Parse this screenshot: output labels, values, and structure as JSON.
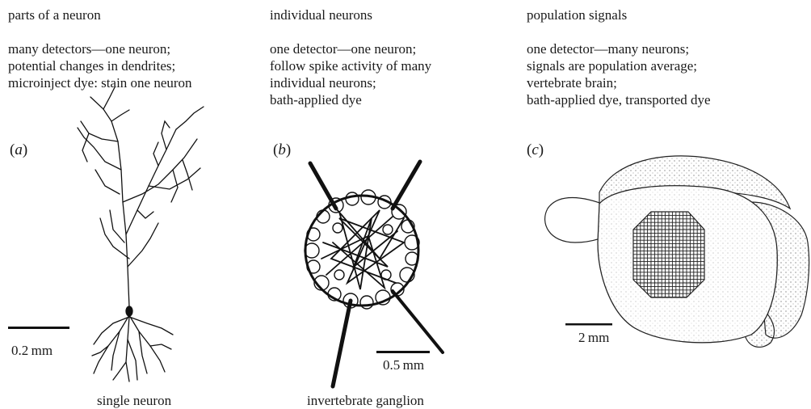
{
  "columns": [
    {
      "heading": "parts of a neuron",
      "lines": [
        "many detectors—one neuron;",
        "potential changes in dendrites;",
        "microinject dye: stain one neuron"
      ]
    },
    {
      "heading": "individual neurons",
      "lines": [
        "one detector—one neuron;",
        "follow spike activity of many",
        "individual neurons;",
        "bath-applied dye"
      ]
    },
    {
      "heading": "population signals",
      "lines": [
        "one detector—many neurons;",
        "signals are population average;",
        "vertebrate brain;",
        "bath-applied dye, transported dye"
      ]
    }
  ],
  "panels": [
    {
      "letter": "a",
      "caption": "single neuron",
      "scale": "0.2 mm"
    },
    {
      "letter": "b",
      "caption": "invertebrate ganglion",
      "scale": "0.5 mm"
    },
    {
      "letter": "c",
      "caption": "",
      "scale": "2 mm"
    }
  ]
}
